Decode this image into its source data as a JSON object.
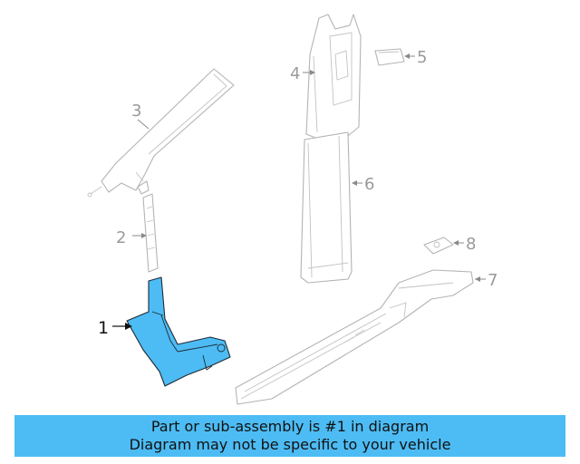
{
  "colors": {
    "highlight": "#4dbcf4",
    "banner": "#4dbcf4",
    "outline": "#b4b4b4",
    "callout_gray": "#9a9a9a",
    "callout_dark": "#111111"
  },
  "callouts": [
    {
      "id": "1",
      "label": "1",
      "highlighted": true
    },
    {
      "id": "2",
      "label": "2"
    },
    {
      "id": "3",
      "label": "3"
    },
    {
      "id": "4",
      "label": "4"
    },
    {
      "id": "5",
      "label": "5"
    },
    {
      "id": "6",
      "label": "6"
    },
    {
      "id": "7",
      "label": "7"
    },
    {
      "id": "8",
      "label": "8"
    }
  ],
  "banner": {
    "line1": "Part or sub-assembly is #1 in diagram",
    "line2": "Diagram may not be specific to your vehicle"
  }
}
